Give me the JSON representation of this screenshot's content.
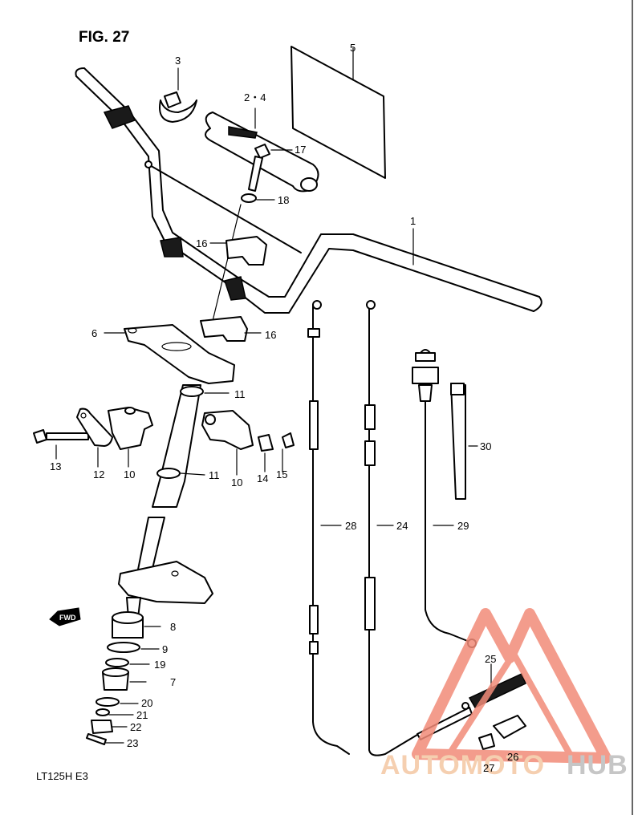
{
  "figure_title": "FIG. 27",
  "model_code": "LT125H  E3",
  "fwd_label": "FWD",
  "watermark": {
    "part1": "AUTOMOTO",
    "part2": "HUB",
    "color_red": "#e8432f",
    "color_orange": "#f4b183",
    "color_gray": "#9e9e9e"
  },
  "callouts": {
    "c1": "1",
    "c2_4": "2・4",
    "c3": "3",
    "c5": "5",
    "c6": "6",
    "c7": "7",
    "c8": "8",
    "c9": "9",
    "c10a": "10",
    "c10b": "10",
    "c11a": "11",
    "c11b": "11",
    "c12": "12",
    "c13": "13",
    "c14": "14",
    "c15": "15",
    "c16a": "16",
    "c16b": "16",
    "c17": "17",
    "c18": "18",
    "c19": "19",
    "c20": "20",
    "c21": "21",
    "c22": "22",
    "c23": "23",
    "c24": "24",
    "c25": "25",
    "c26": "26",
    "c27": "27",
    "c28": "28",
    "c29": "29",
    "c30": "30"
  }
}
